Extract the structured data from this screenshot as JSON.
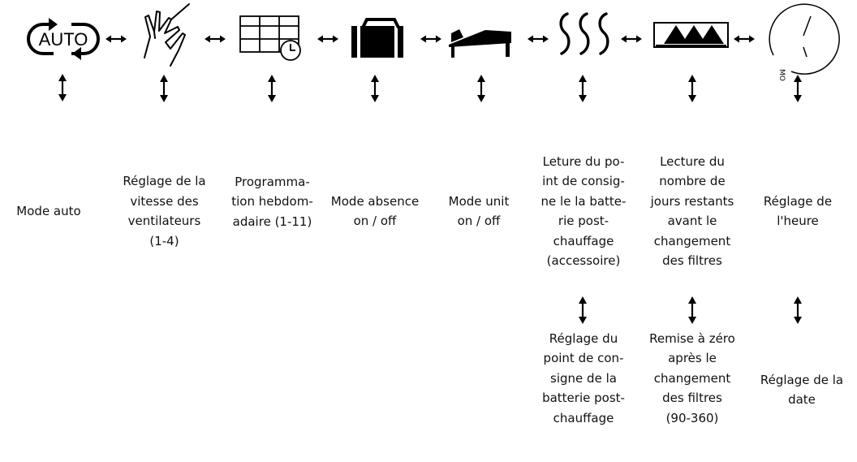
{
  "icons": {
    "auto": {
      "text": "AUTO",
      "name": "auto-mode-icon"
    },
    "hand": {
      "name": "hand-pointer-icon"
    },
    "calendar": {
      "name": "weekly-schedule-icon"
    },
    "suitcase": {
      "name": "suitcase-icon"
    },
    "bed": {
      "name": "bed-icon"
    },
    "heat": {
      "name": "heating-waves-icon"
    },
    "filters": {
      "name": "filter-triangles-icon"
    },
    "clock": {
      "name": "clock-icon",
      "text": "MO"
    }
  },
  "labels": {
    "mode_auto": "Mode auto",
    "fan_speed": "Réglage de la\nvitesse des\nventilateurs\n(1-4)",
    "weekly_program": "Programma-\ntion hebdom-\nadaire (1-11)",
    "absence_mode": "Mode absence\non / off",
    "unit_mode": "Mode unit\non / off",
    "heater_setpoint_read": "Leture du po-\nint de consig-\nne le la batte-\nrie post-\nchauffage\n(accessoire)",
    "filter_days_read": "Lecture du\nnombre de\njours restants\navant le\nchangement\ndes filtres",
    "time_setting": "Réglage de\nl'heure",
    "heater_setpoint_set": "Réglage du\npoint de con-\nsigne de la\nbatterie post-\nchauffage",
    "filter_reset": "Remise à zéro\naprès le\nchangement\ndes filtres\n(90-360)",
    "date_setting": "Réglage de la\ndate"
  }
}
